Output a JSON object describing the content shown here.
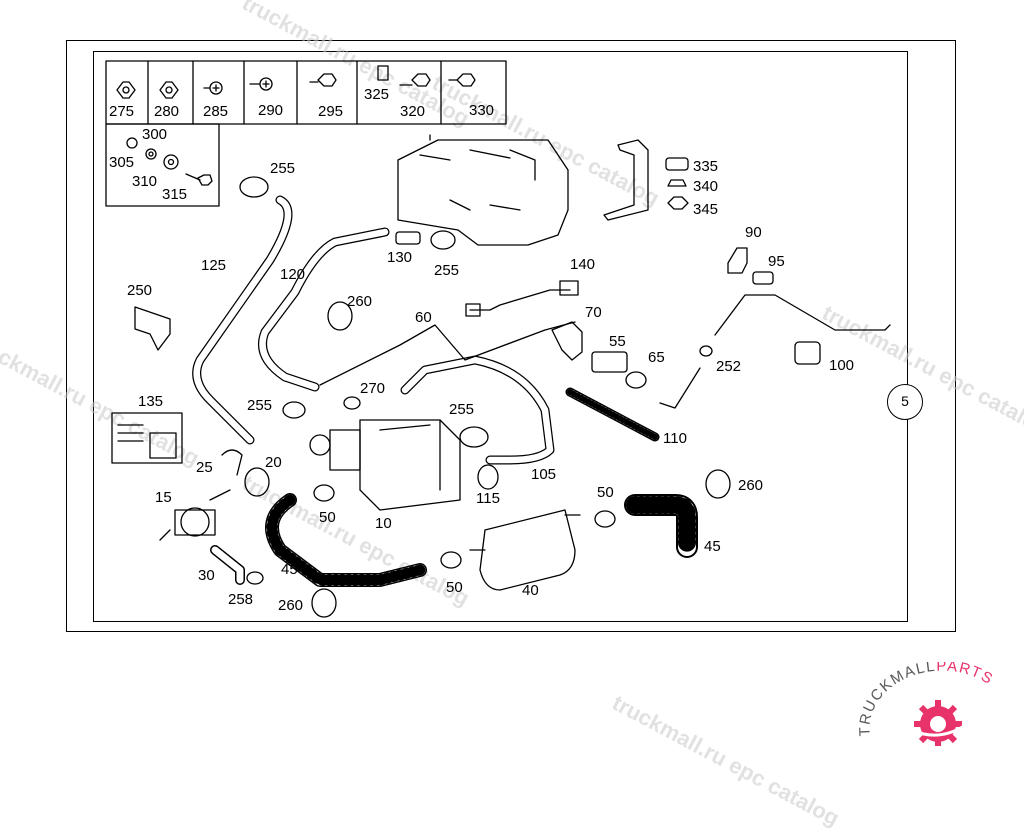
{
  "diagram": {
    "callouts": {
      "c275": "275",
      "c280": "280",
      "c285": "285",
      "c290": "290",
      "c295": "295",
      "c325": "325",
      "c320": "320",
      "c330": "330",
      "c300": "300",
      "c305": "305",
      "c310": "310",
      "c315": "315",
      "c255a": "255",
      "c125": "125",
      "c120": "120",
      "c250": "250",
      "c130": "130",
      "c255b": "255",
      "c260a": "260",
      "c140": "140",
      "c60": "60",
      "c70": "70",
      "c55": "55",
      "c65": "65",
      "c335": "335",
      "c340": "340",
      "c345": "345",
      "c90": "90",
      "c95": "95",
      "c252": "252",
      "c100": "100",
      "c135": "135",
      "c255c": "255",
      "c270": "270",
      "c255d": "255",
      "c110": "110",
      "c25": "25",
      "c20": "20",
      "c115": "115",
      "c105": "105",
      "c15": "15",
      "c50a": "50",
      "c10": "10",
      "c50b": "50",
      "c260b": "260",
      "c45a": "45",
      "c30": "30",
      "c45b": "45",
      "c258": "258",
      "c50c": "50",
      "c40": "40",
      "c260c": "260"
    },
    "page_reference": "5"
  },
  "watermark": {
    "text_a": "truckmall.ru epc catalog",
    "text_b": "truckmall.ru epc catalog"
  },
  "brand": {
    "name_dark": "TRUCKMALL",
    "name_accent": "PARTS",
    "accent_color": "#e8326a",
    "dark_color": "#5a5a5a"
  }
}
